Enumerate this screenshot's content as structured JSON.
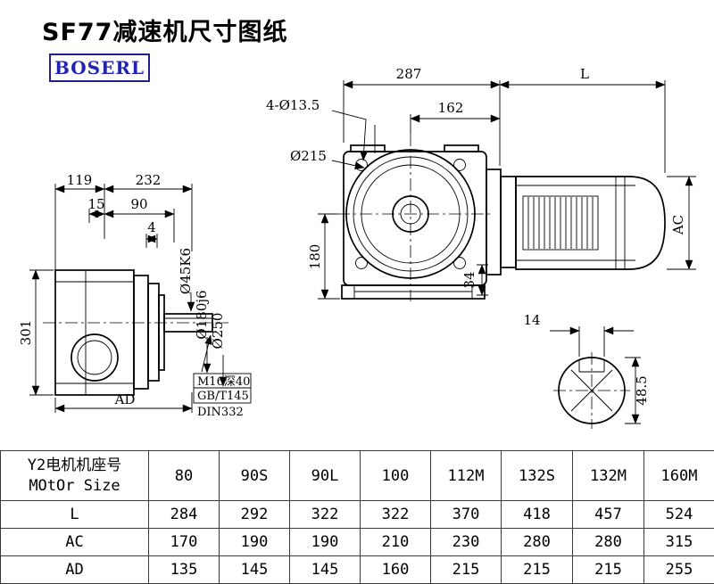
{
  "page": {
    "title": "SF77减速机尺寸图纸",
    "logo": "BOSERL"
  },
  "colors": {
    "logo_border": "#20208a",
    "logo_text": "#2424b4",
    "line": "#000000",
    "background": "#ffffff"
  },
  "drawing": {
    "side_view": {
      "dim_119": "119",
      "dim_232": "232",
      "dim_15": "15",
      "dim_90": "90",
      "dim_4": "4",
      "dim_301": "301",
      "dim_ad": "AD",
      "shaft_dia": "Ø45K6",
      "pilot_dia": "Ø180j6",
      "flange_dia": "Ø250",
      "note1": "M16深40",
      "note2": "GB/T145",
      "note3": "DIN332"
    },
    "front_view": {
      "dim_287": "287",
      "dim_l": "L",
      "dim_162": "162",
      "holes": "4-Ø13.5",
      "flange_dia": "Ø215",
      "dim_180": "180",
      "dim_34": "34",
      "dim_ac": "AC"
    },
    "shaft_section": {
      "key_width": "14",
      "height": "48.5"
    }
  },
  "table": {
    "header": {
      "line1": "Y2电机机座号",
      "line2": "MOtOr Size"
    },
    "columns": [
      "80",
      "90S",
      "90L",
      "100",
      "112M",
      "132S",
      "132M",
      "160M"
    ],
    "rows": [
      {
        "label": "L",
        "values": [
          "284",
          "292",
          "322",
          "322",
          "370",
          "418",
          "457",
          "524"
        ]
      },
      {
        "label": "AC",
        "values": [
          "170",
          "190",
          "190",
          "210",
          "230",
          "280",
          "280",
          "315"
        ]
      },
      {
        "label": "AD",
        "values": [
          "135",
          "145",
          "145",
          "160",
          "215",
          "215",
          "215",
          "255"
        ]
      }
    ]
  }
}
